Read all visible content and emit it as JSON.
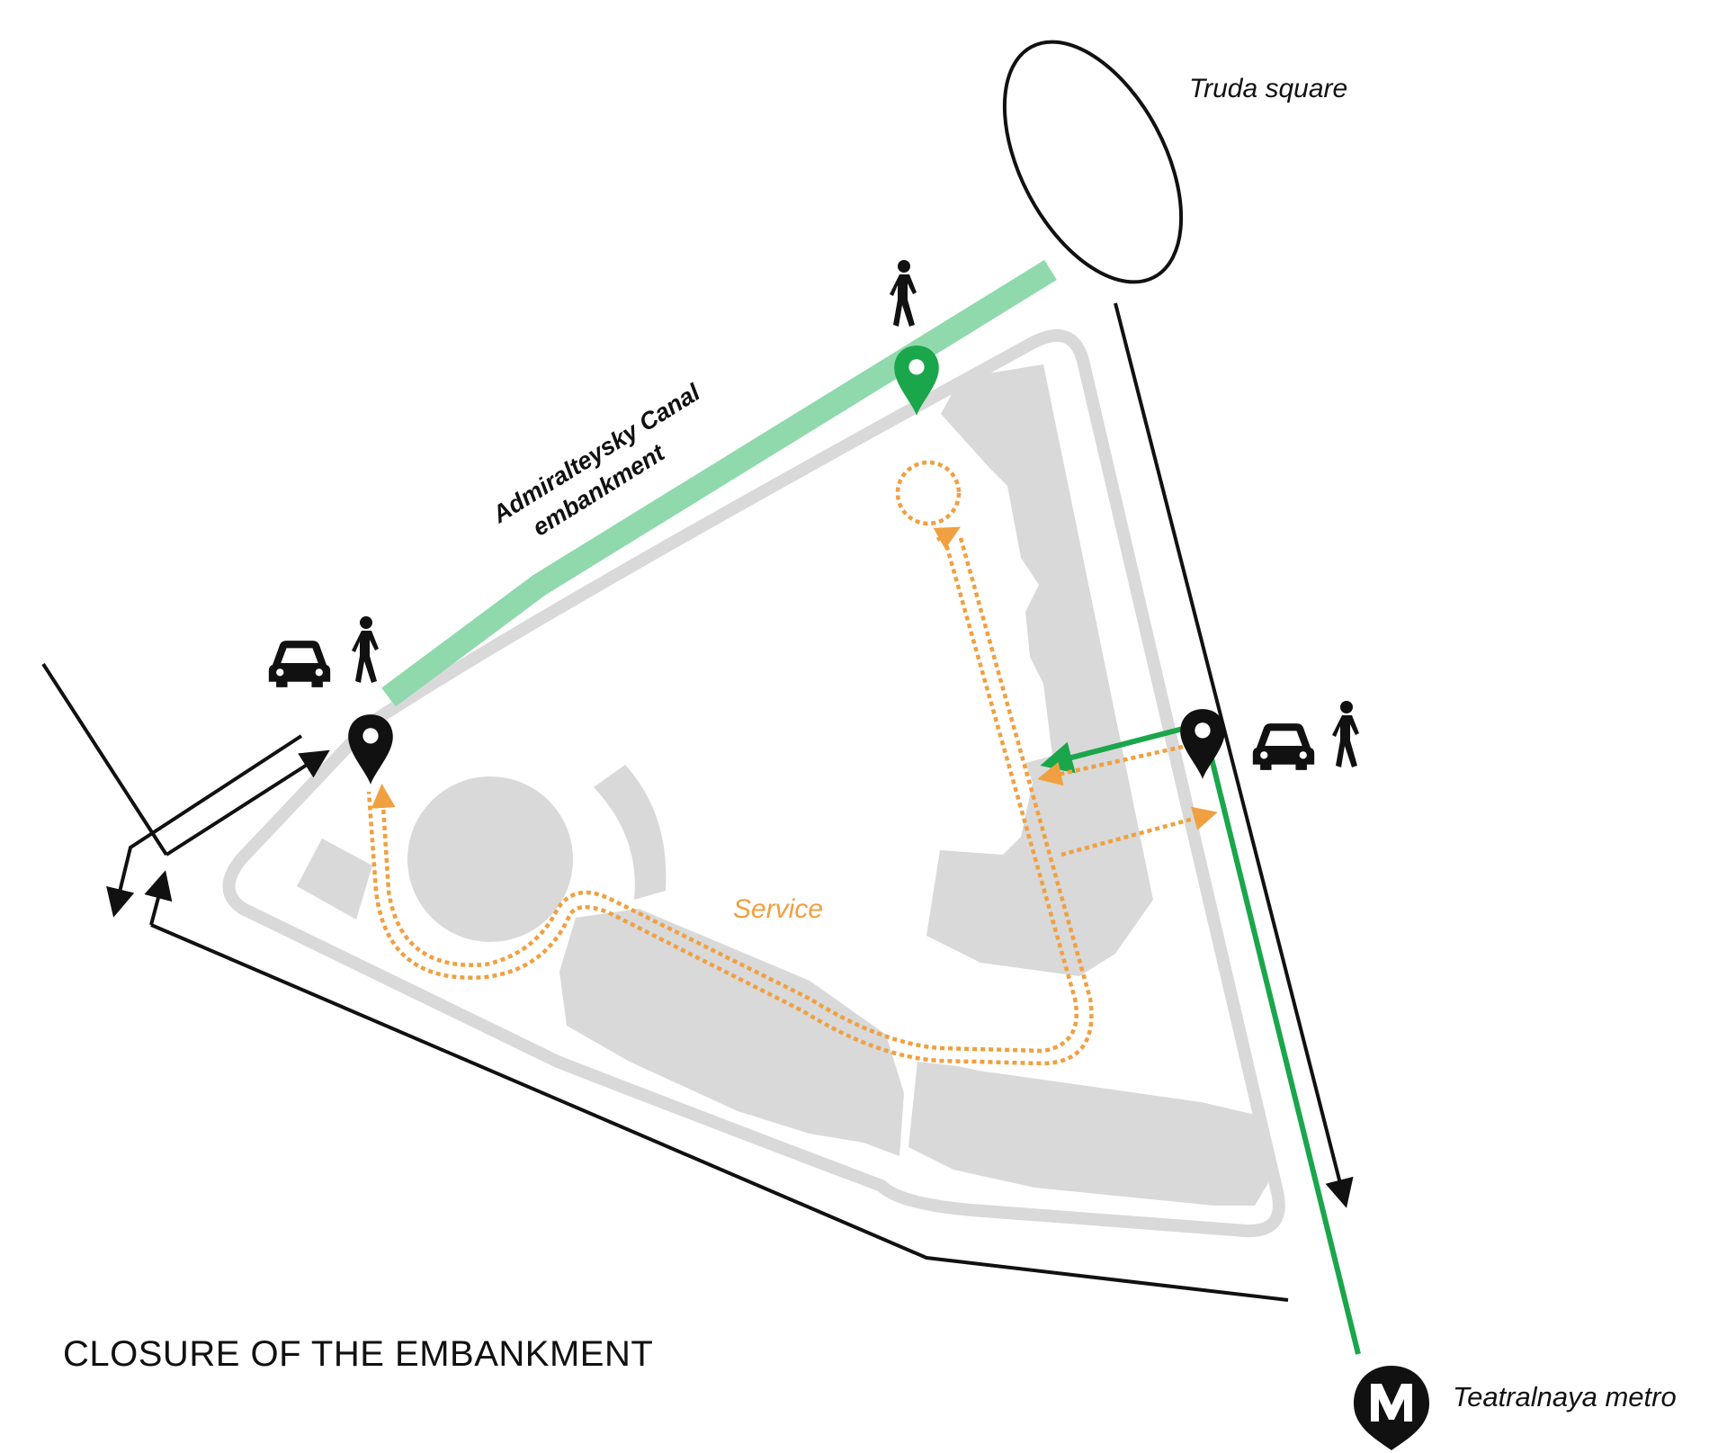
{
  "title": "CLOSURE OF THE EMBANKMENT",
  "labels": {
    "truda_square": "Truda square",
    "canal_line1": "Admiralteysky Canal",
    "canal_line2": "embankment",
    "service": "Service",
    "metro": "Teatralnaya metro"
  },
  "colors": {
    "pedestrian_zone": "#8fd9ad",
    "pedestrian_route": "#1aa64a",
    "service_route": "#f0a040",
    "building": "#d9d9d9",
    "outline": "#111111"
  },
  "icons": [
    "car-icon",
    "pedestrian-icon",
    "map-pin-icon",
    "metro-icon"
  ]
}
